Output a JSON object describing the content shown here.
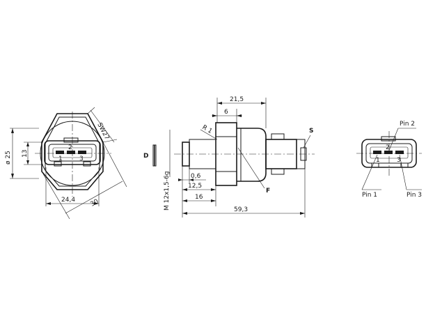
{
  "front_view": {
    "dim_diameter": "ø 25",
    "dim_height": "13",
    "dim_width_inner": "24,4",
    "dim_across_corners": "30",
    "dim_wrench": "SW27",
    "pins": [
      "1",
      "2",
      "3"
    ]
  },
  "section_marker": {
    "label": "D"
  },
  "side_view": {
    "dim_total": "21,5",
    "dim_hex": "6",
    "dim_radius": "R 1",
    "dim_tip": "0,6",
    "dim_12_5": "12,5",
    "dim_16": "16",
    "dim_length": "59,3",
    "dim_thread": "M 12x1,5-6g",
    "label_s": "S",
    "label_f": "F"
  },
  "connector_view": {
    "pins": [
      "1",
      "2",
      "3"
    ],
    "pin_labels": [
      "Pin 1",
      "Pin 2",
      "Pin 3"
    ]
  }
}
